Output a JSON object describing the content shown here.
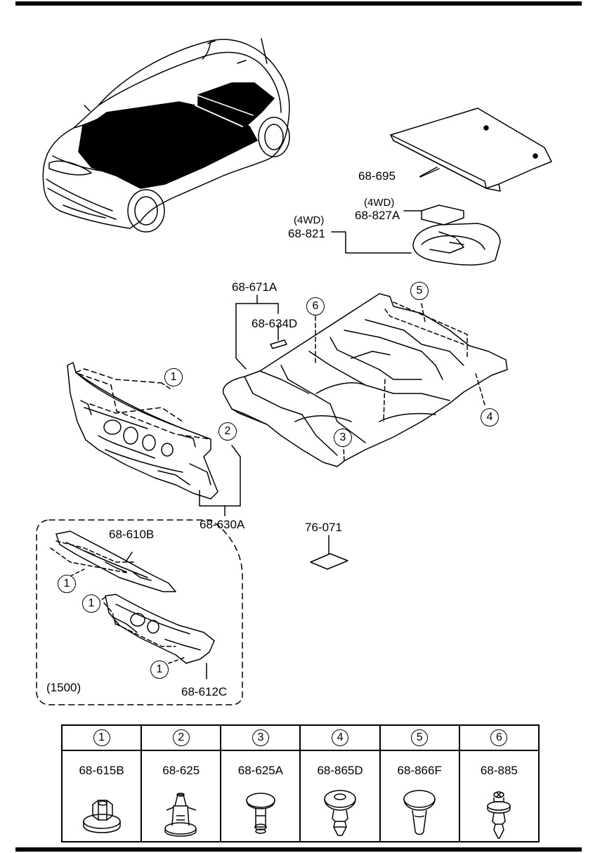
{
  "labels": {
    "trunk_board": "68-695",
    "mat_4wd_qualifier": "(4WD)",
    "mat_4wd_part": "68-827A",
    "tray_4wd_qualifier": "(4WD)",
    "tray_4wd_part": "68-821",
    "floor_carpet": "68-671A",
    "floor_pad": "68-634D",
    "dash_insulator": "68-630A",
    "dash_upper": "68-610B",
    "dash_lower": "68-612C",
    "variant_note": "(1500)",
    "patch": "76-071"
  },
  "callouts": {
    "c1a": "1",
    "c2": "2",
    "c3": "3",
    "c4": "4",
    "c5": "5",
    "c6": "6",
    "c1b": "1",
    "c1c": "1",
    "c1d": "1"
  },
  "legend": [
    {
      "num": "1",
      "part": "68-615B",
      "icon": "hex-nut-clip-icon"
    },
    {
      "num": "2",
      "part": "68-625",
      "icon": "push-rivet-clip-icon"
    },
    {
      "num": "3",
      "part": "68-625A",
      "icon": "push-pin-clip-icon"
    },
    {
      "num": "4",
      "part": "68-865D",
      "icon": "fir-tree-clip-icon"
    },
    {
      "num": "5",
      "part": "68-866F",
      "icon": "tapered-plug-clip-icon"
    },
    {
      "num": "6",
      "part": "68-885",
      "icon": "screw-rivet-clip-icon"
    }
  ]
}
